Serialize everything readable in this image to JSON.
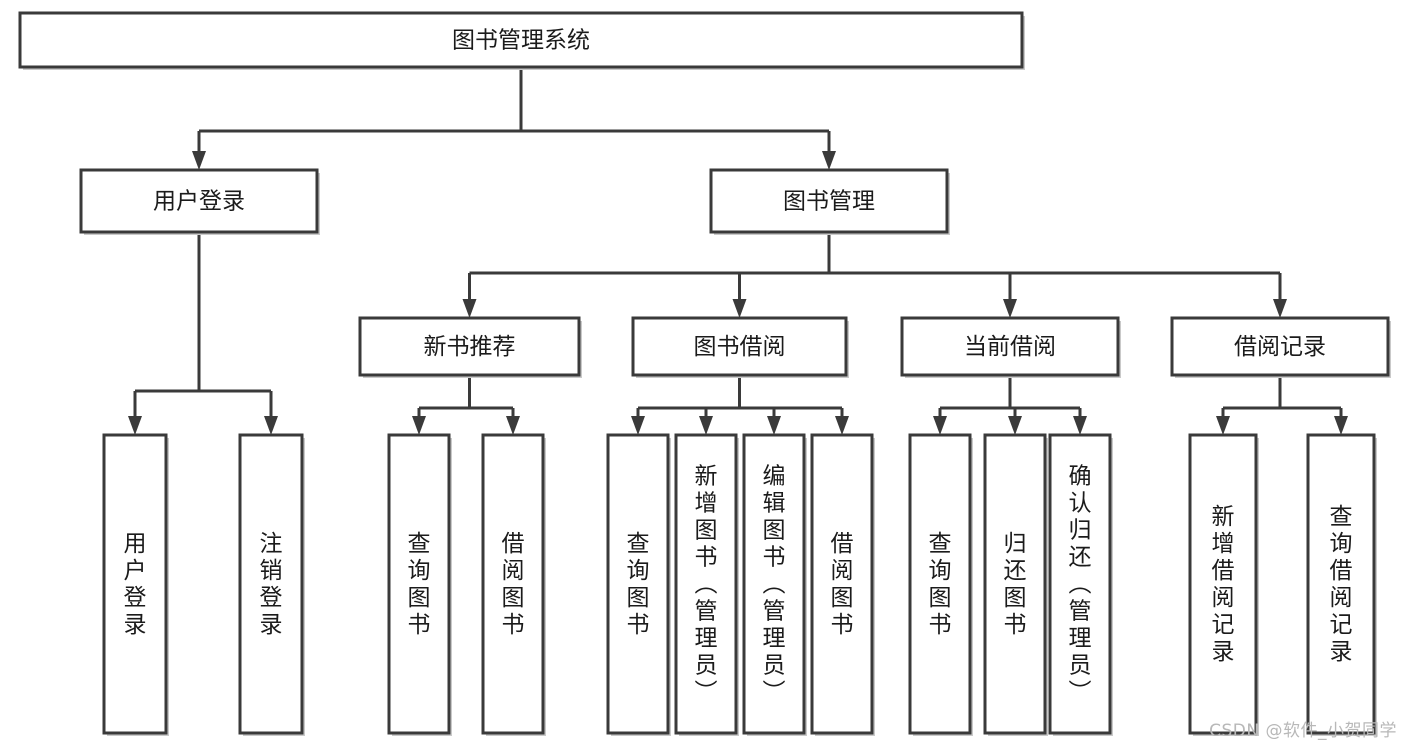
{
  "diagram": {
    "type": "tree",
    "title": "图书管理系统",
    "orientation": "top-down",
    "colors": {
      "box_stroke": "#3a3a3a",
      "box_fill": "#ffffff",
      "connector": "#3a3a3a",
      "text": "#1b1b1b",
      "background": "#ffffff",
      "watermark": "#b8b8b8"
    },
    "nodes": {
      "root": {
        "label": "图书管理系统",
        "orientation": "horizontal"
      },
      "level2": [
        {
          "label": "用户登录",
          "orientation": "horizontal"
        },
        {
          "label": "图书管理",
          "orientation": "horizontal"
        }
      ],
      "level3": [
        {
          "label": "新书推荐",
          "orientation": "horizontal"
        },
        {
          "label": "图书借阅",
          "orientation": "horizontal"
        },
        {
          "label": "当前借阅",
          "orientation": "horizontal"
        },
        {
          "label": "借阅记录",
          "orientation": "horizontal"
        }
      ],
      "leaves_user_login": [
        {
          "label": "用户登录",
          "orientation": "vertical"
        },
        {
          "label": "注销登录",
          "orientation": "vertical"
        }
      ],
      "leaves_new_book": [
        {
          "label": "查询图书",
          "orientation": "vertical"
        },
        {
          "label": "借阅图书",
          "orientation": "vertical"
        }
      ],
      "leaves_borrow": [
        {
          "label": "查询图书",
          "orientation": "vertical"
        },
        {
          "label": "新增图书（管理员）",
          "orientation": "vertical"
        },
        {
          "label": "编辑图书（管理员）",
          "orientation": "vertical"
        },
        {
          "label": "借阅图书",
          "orientation": "vertical"
        }
      ],
      "leaves_current": [
        {
          "label": "查询图书",
          "orientation": "vertical"
        },
        {
          "label": "归还图书",
          "orientation": "vertical"
        },
        {
          "label": "确认归还（管理员）",
          "orientation": "vertical"
        }
      ],
      "leaves_records": [
        {
          "label": "新增借阅记录",
          "orientation": "vertical"
        },
        {
          "label": "查询借阅记录",
          "orientation": "vertical"
        }
      ]
    }
  },
  "watermark": {
    "text": "CSDN @软件_小贺同学"
  }
}
